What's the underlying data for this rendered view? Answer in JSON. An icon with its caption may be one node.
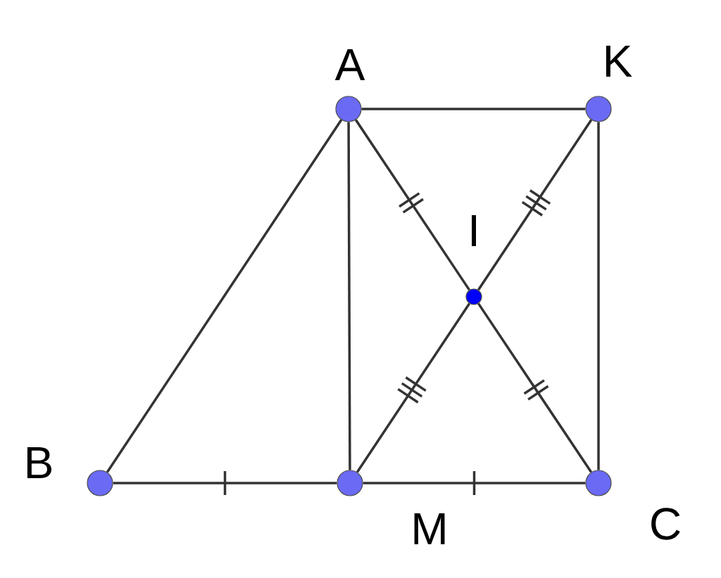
{
  "diagram": {
    "nodes": [
      {
        "text": [],
        "shape": "circle",
        "beside": [
          "A"
        ]
      },
      {
        "text": [],
        "shape": "circle",
        "beside": [
          "K"
        ]
      },
      {
        "text": [],
        "shape": "circle",
        "beside": [
          "I"
        ]
      },
      {
        "text": [],
        "shape": "circle",
        "beside": [
          "B"
        ]
      },
      {
        "text": [],
        "shape": "circle",
        "beside": [
          "M"
        ]
      },
      {
        "text": [],
        "shape": "circle",
        "beside": [
          "C"
        ]
      }
    ],
    "edges": [
      {
        "from": 0,
        "to": 1,
        "arrow": "none"
      },
      {
        "from": 3,
        "to": 0,
        "arrow": "none"
      },
      {
        "from": 0,
        "to": 4,
        "arrow": "none"
      },
      {
        "from": 0,
        "to": 2,
        "arrow": "none"
      },
      {
        "from": 2,
        "to": 5,
        "arrow": "none"
      },
      {
        "from": 1,
        "to": 2,
        "arrow": "none"
      },
      {
        "from": 2,
        "to": 4,
        "arrow": "none"
      },
      {
        "from": 1,
        "to": 5,
        "arrow": "none"
      },
      {
        "from": 3,
        "to": 4,
        "arrow": "none"
      },
      {
        "from": 4,
        "to": 5,
        "arrow": "none"
      }
    ]
  }
}
